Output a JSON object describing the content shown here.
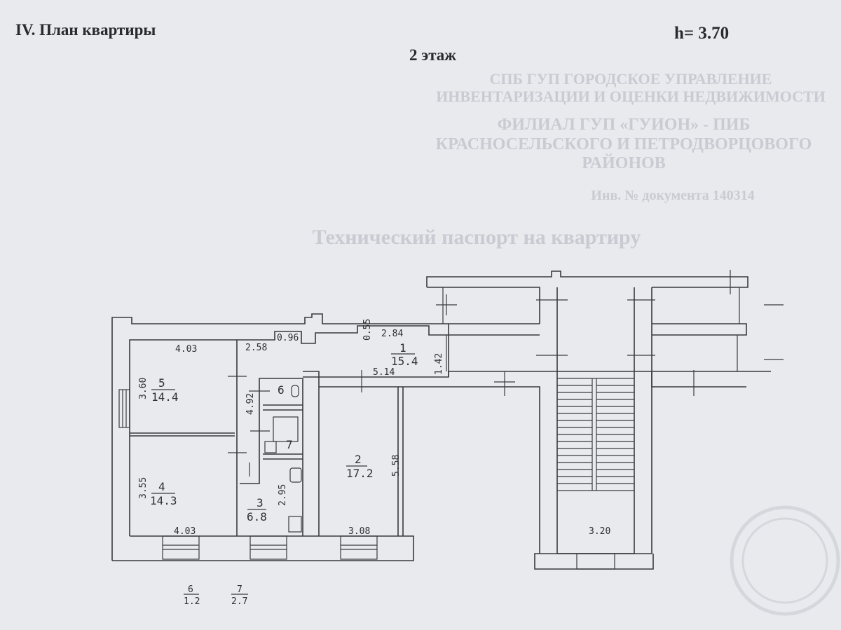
{
  "header": {
    "title": "IV. План квартиры",
    "floor": "2 этаж",
    "height": "h= 3.70"
  },
  "bleed_through": [
    "СПБ ГУП ГОРОДСКОЕ УПРАВЛЕНИЕ ИНВЕНТАРИЗАЦИИ И ОЦЕНКИ НЕДВИЖИМОСТИ",
    "ФИЛИАЛ ГУП «ГУИОН» - ПИБ КРАСНОСЕЛЬСКОГО И ПЕТРОДВОРЦОВОГО РАЙОНОВ",
    "Инв. № документа    140314",
    "Технический паспорт на квартиру"
  ],
  "rooms": [
    {
      "number": "1",
      "area": "15.4"
    },
    {
      "number": "2",
      "area": "17.2"
    },
    {
      "number": "3",
      "area": "6.8"
    },
    {
      "number": "4",
      "area": "14.3"
    },
    {
      "number": "5",
      "area": "14.4"
    },
    {
      "number": "6",
      "area": "1.2"
    },
    {
      "number": "7",
      "area": "2.7"
    }
  ],
  "room_labels_in_plan": {
    "r6": "6",
    "r7": "7"
  },
  "dimensions": [
    "4.03",
    "3.60",
    "2.58",
    "0.96",
    "0.55",
    "2.84",
    "1.42",
    "5.14",
    "4.92",
    "5.58",
    "3.55",
    "2.95",
    "4.03",
    "3.08",
    "3.20"
  ],
  "colors": {
    "paper": "#e9eaee",
    "ink": "#3a3a3f"
  }
}
